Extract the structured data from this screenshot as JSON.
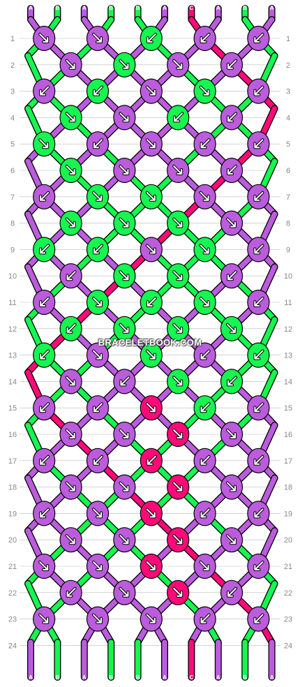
{
  "colors": {
    "A": "#bb5cdd",
    "B": "#16f550",
    "C": "#ff0a78",
    "outline": "#000000",
    "grid": "#bbbbbb",
    "arrow": "#ffffff"
  },
  "strands": {
    "top": [
      "A",
      "B",
      "A",
      "B",
      "B",
      "A",
      "C",
      "A",
      "B",
      "A"
    ],
    "bottom": [
      "A",
      "B",
      "A",
      "B",
      "B",
      "A",
      "C",
      "A",
      "B",
      "A"
    ]
  },
  "row_numbers": [
    "1",
    "2",
    "3",
    "4",
    "5",
    "6",
    "7",
    "8",
    "9",
    "10",
    "11",
    "12",
    "13",
    "14",
    "15",
    "16",
    "17",
    "18",
    "19",
    "20",
    "21",
    "22",
    "23",
    "24"
  ],
  "knots": [
    [
      [
        "A",
        "se"
      ],
      [
        "A",
        "se"
      ],
      [
        "B",
        "sw"
      ],
      [
        "A",
        "sw"
      ],
      [
        "A",
        "sw"
      ]
    ],
    [
      [
        "A",
        "se"
      ],
      [
        "B",
        "se"
      ],
      [
        "A",
        "se"
      ],
      [
        "A",
        "sw"
      ]
    ],
    [
      [
        "A",
        "sw"
      ],
      [
        "B",
        "sw"
      ],
      [
        "A",
        "se"
      ],
      [
        "B",
        "se"
      ],
      [
        "A",
        "sw"
      ]
    ],
    [
      [
        "B",
        "se"
      ],
      [
        "A",
        "se"
      ],
      [
        "B",
        "sw"
      ],
      [
        "A",
        "sw"
      ]
    ],
    [
      [
        "B",
        "se"
      ],
      [
        "A",
        "sw"
      ],
      [
        "A",
        "se"
      ],
      [
        "A",
        "sw"
      ],
      [
        "A",
        "sw"
      ]
    ],
    [
      [
        "B",
        "se"
      ],
      [
        "A",
        "se"
      ],
      [
        "A",
        "se"
      ],
      [
        "A",
        "sw"
      ]
    ],
    [
      [
        "A",
        "sw"
      ],
      [
        "B",
        "se"
      ],
      [
        "B",
        "se"
      ],
      [
        "A",
        "se"
      ],
      [
        "A",
        "sw"
      ]
    ],
    [
      [
        "B",
        "se"
      ],
      [
        "B",
        "se"
      ],
      [
        "B",
        "se"
      ],
      [
        "A",
        "se"
      ]
    ],
    [
      [
        "B",
        "sw"
      ],
      [
        "B",
        "sw"
      ],
      [
        "A",
        "se"
      ],
      [
        "B",
        "se"
      ],
      [
        "A",
        "sw"
      ]
    ],
    [
      [
        "A",
        "sw"
      ],
      [
        "B",
        "se"
      ],
      [
        "B",
        "se"
      ],
      [
        "A",
        "sw"
      ]
    ],
    [
      [
        "A",
        "sw"
      ],
      [
        "B",
        "se"
      ],
      [
        "B",
        "sw"
      ],
      [
        "B",
        "se"
      ],
      [
        "A",
        "sw"
      ]
    ],
    [
      [
        "B",
        "sw"
      ],
      [
        "B",
        "se"
      ],
      [
        "B",
        "se"
      ],
      [
        "B",
        "se"
      ]
    ],
    [
      [
        "B",
        "sw"
      ],
      [
        "A",
        "se"
      ],
      [
        "B",
        "se"
      ],
      [
        "A",
        "sw"
      ],
      [
        "B",
        "sw"
      ]
    ],
    [
      [
        "A",
        "se"
      ],
      [
        "A",
        "sw"
      ],
      [
        "B",
        "se"
      ],
      [
        "B",
        "sw"
      ]
    ],
    [
      [
        "A",
        "sw"
      ],
      [
        "A",
        "sw"
      ],
      [
        "C",
        "se"
      ],
      [
        "B",
        "sw"
      ],
      [
        "A",
        "sw"
      ]
    ],
    [
      [
        "A",
        "se"
      ],
      [
        "A",
        "se"
      ],
      [
        "C",
        "se"
      ],
      [
        "A",
        "se"
      ]
    ],
    [
      [
        "A",
        "sw"
      ],
      [
        "A",
        "sw"
      ],
      [
        "C",
        "sw"
      ],
      [
        "A",
        "sw"
      ],
      [
        "A",
        "sw"
      ]
    ],
    [
      [
        "A",
        "se"
      ],
      [
        "A",
        "se"
      ],
      [
        "C",
        "se"
      ],
      [
        "A",
        "se"
      ]
    ],
    [
      [
        "A",
        "sw"
      ],
      [
        "A",
        "se"
      ],
      [
        "C",
        "se"
      ],
      [
        "A",
        "sw"
      ],
      [
        "A",
        "sw"
      ]
    ],
    [
      [
        "A",
        "se"
      ],
      [
        "A",
        "se"
      ],
      [
        "C",
        "se"
      ],
      [
        "A",
        "se"
      ]
    ],
    [
      [
        "A",
        "se"
      ],
      [
        "A",
        "se"
      ],
      [
        "C",
        "se"
      ],
      [
        "A",
        "se"
      ],
      [
        "A",
        "sw"
      ]
    ],
    [
      [
        "A",
        "sw"
      ],
      [
        "A",
        "se"
      ],
      [
        "C",
        "se"
      ],
      [
        "A",
        "sw"
      ]
    ],
    [
      [
        "A",
        "se"
      ],
      [
        "A",
        "se"
      ],
      [
        "A",
        "se"
      ],
      [
        "A",
        "sw"
      ],
      [
        "A",
        "sw"
      ]
    ]
  ],
  "watermark": "BRACELETBOOK.COM"
}
